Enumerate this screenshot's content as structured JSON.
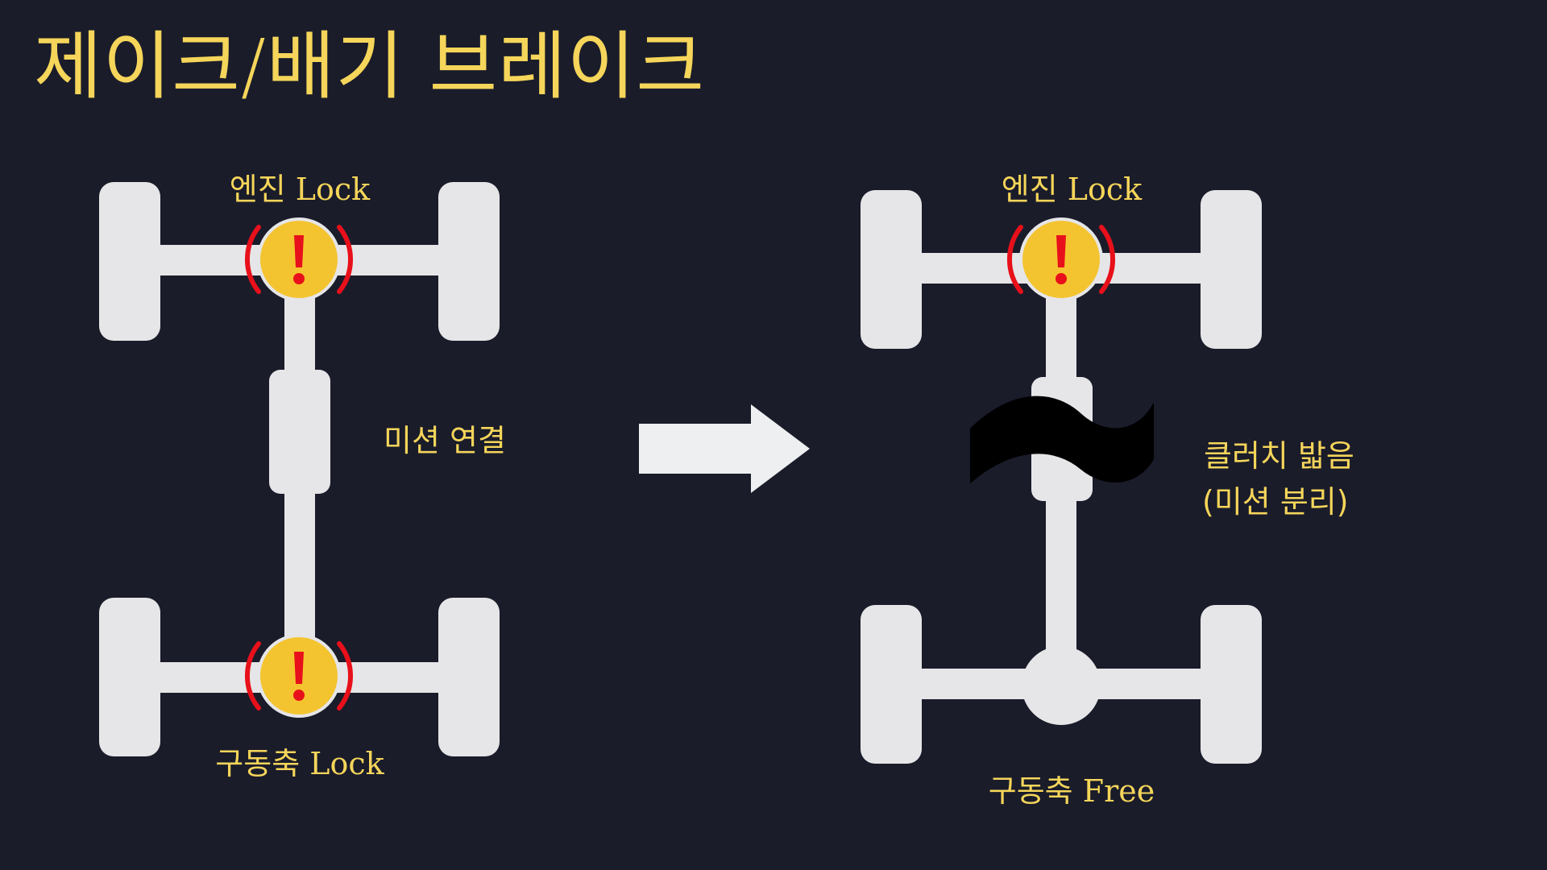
{
  "title": "제이크/배기 브레이크",
  "left": {
    "top_label": "엔진 Lock",
    "middle_label": "미션 연결",
    "bottom_label": "구동축 Lock"
  },
  "right": {
    "top_label": "엔진 Lock",
    "middle_label_line1": "클러치 밟음",
    "middle_label_line2": "(미션 분리)",
    "bottom_label": "구동축 Free"
  },
  "colors": {
    "background": "#1a1c2a",
    "text": "#f5d55a",
    "chassis": "#e6e6e8",
    "warning_fill": "#f4c430",
    "warning_mark": "#e8101a",
    "arrow": "#eeeff1"
  },
  "icons": [
    "warning-icon",
    "arrow-right-icon"
  ]
}
